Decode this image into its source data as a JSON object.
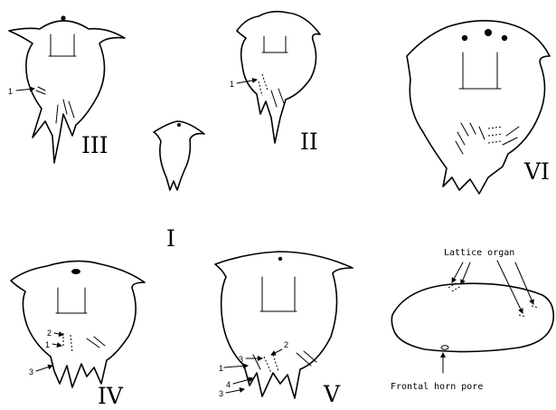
{
  "stages": {
    "I": "I",
    "II": "II",
    "III": "III",
    "IV": "IV",
    "V": "V",
    "VI": "VI"
  },
  "annotations": {
    "n1": "1",
    "n2": "2",
    "n3": "3",
    "n4": "4"
  },
  "carapace_detail": {
    "lattice_organ": "Lattice organ",
    "frontal_horn_pore": "Frontal horn pore"
  }
}
